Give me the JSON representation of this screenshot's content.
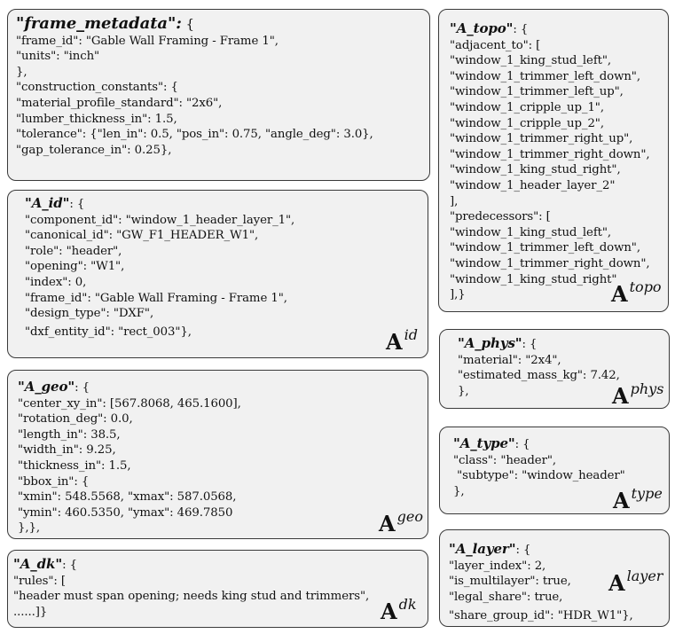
{
  "boxes": {
    "frame_metadata": {
      "key": "\"frame_metadata\":",
      "tail": " {",
      "lines": [
        "\"frame_id\": \"Gable Wall Framing - Frame 1\",",
        "\"units\": \"inch\"",
        "},",
        "\"construction_constants\": {",
        "\"material_profile_standard\": \"2x6\",",
        "\"lumber_thickness_in\": 1.5,",
        "\"tolerance\": {\"len_in\": 0.5, \"pos_in\": 0.75, \"angle_deg\": 3.0},",
        "\"gap_tolerance_in\": 0.25},"
      ]
    },
    "A_id": {
      "key": "\"A_id\"",
      "tail": ": {",
      "lines": [
        "\"component_id\": \"window_1_header_layer_1\",",
        "\"canonical_id\": \"GW_F1_HEADER_W1\",",
        "\"role\": \"header\",",
        "\"opening\": \"W1\",",
        "\"index\": 0,",
        "\"frame_id\": \"Gable Wall Framing - Frame 1\",",
        "\"design_type\": \"DXF\",",
        "\"dxf_entity_id\": \"rect_003\"},"
      ],
      "badge": "A",
      "badge_sup": "id"
    },
    "A_geo": {
      "key": "\"A_geo\"",
      "tail": ": {",
      "lines": [
        "\"center_xy_in\": [567.8068, 465.1600],",
        "\"rotation_deg\": 0.0,",
        "\"length_in\": 38.5,",
        "\"width_in\": 9.25,",
        "\"thickness_in\": 1.5,",
        "\"bbox_in\": {",
        "\"xmin\": 548.5568, \"xmax\": 587.0568,",
        "\"ymin\": 460.5350, \"ymax\": 469.7850",
        "},},"
      ],
      "badge": "A",
      "badge_sup": "geo"
    },
    "A_dk": {
      "key": "\"A_dk\"",
      "tail": ": {",
      "lines": [
        "\"rules\": [",
        "\"header must span opening; needs king stud and trimmers\",",
        "......]}"
      ],
      "badge": "A",
      "badge_sup": "dk"
    },
    "A_topo": {
      "key": "\"A_topo\"",
      "tail": ": {",
      "lines": [
        "\"adjacent_to\": [",
        "\"window_1_king_stud_left\",",
        "\"window_1_trimmer_left_down\",",
        "\"window_1_trimmer_left_up\",",
        "\"window_1_cripple_up_1\",",
        "\"window_1_cripple_up_2\",",
        "\"window_1_trimmer_right_up\",",
        "\"window_1_trimmer_right_down\",",
        "\"window_1_king_stud_right\",",
        "\"window_1_header_layer_2\"",
        "],",
        "\"predecessors\": [",
        "\"window_1_king_stud_left\",",
        "\"window_1_trimmer_left_down\",",
        "\"window_1_trimmer_right_down\",",
        "\"window_1_king_stud_right\"",
        "],}"
      ],
      "badge": "A",
      "badge_sup": "topo"
    },
    "A_phys": {
      "key": "\"A_phys\"",
      "tail": ": {",
      "lines": [
        "\"material\": \"2x4\",",
        "\"estimated_mass_kg\": 7.42,",
        "},"
      ],
      "badge": "A",
      "badge_sup": "phys"
    },
    "A_type": {
      "key": "\"A_type\"",
      "tail": ": {",
      "lines": [
        "\"class\": \"header\",",
        " \"subtype\": \"window_header\"",
        "},"
      ],
      "badge": "A",
      "badge_sup": "type"
    },
    "A_layer": {
      "key": "\"A_layer\"",
      "tail": ": {",
      "lines": [
        "\"layer_index\": 2,",
        "\"is_multilayer\": true,",
        "\"legal_share\": true,",
        "\"share_group_id\": \"HDR_W1\"},"
      ],
      "badge": "A",
      "badge_sup": "layer"
    }
  }
}
